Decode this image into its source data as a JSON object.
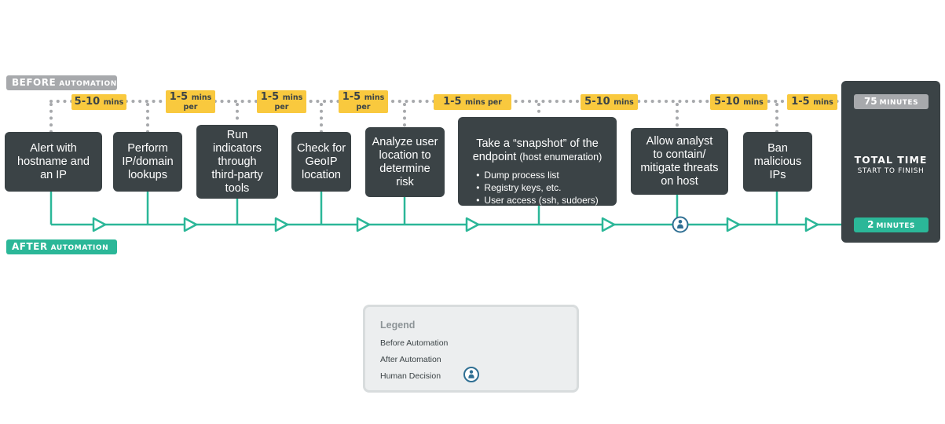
{
  "labels": {
    "before": {
      "main": "BEFORE",
      "small": "AUTOMATION"
    },
    "after": {
      "main": "AFTER",
      "small": "AUTOMATION"
    }
  },
  "steps": [
    "Alert with\nhostname and\nan IP",
    "Perform\nIP/domain\nlookups",
    "Run\nindicators\nthrough\nthird-party\ntools",
    "Check for\nGeoIP\nlocation",
    "Analyze user\nlocation to\ndetermine\nrisk",
    "Take a “snapshot” of the",
    "Allow analyst\nto contain/\nmitigate threats\non host",
    "Ban\nmalicious\nIPs"
  ],
  "snapshot": {
    "line2": "endpoint",
    "line2_sub": "(host enumeration)",
    "bullets": [
      "Dump process list",
      "Registry keys, etc.",
      "User access (ssh, sudoers)"
    ]
  },
  "times": [
    {
      "value": "5-10",
      "unit": "mins"
    },
    {
      "value": "1-5",
      "unit": "mins",
      "unit2": "per"
    },
    {
      "value": "1-5",
      "unit": "mins",
      "unit2": "per"
    },
    {
      "value": "1-5",
      "unit": "mins",
      "unit2": "per"
    },
    {
      "value": "1-5",
      "unit": "mins per"
    },
    {
      "value": "5-10",
      "unit": "mins"
    },
    {
      "value": "5-10",
      "unit": "mins"
    },
    {
      "value": "1-5",
      "unit": "mins"
    }
  ],
  "total": {
    "before": {
      "value": "75",
      "unit": "MINUTES"
    },
    "after": {
      "value": "2",
      "unit": "MINUTES"
    },
    "title": "TOTAL TIME",
    "subtitle": "START TO FINISH"
  },
  "legend": {
    "title": "Legend",
    "before": "Before Automation",
    "after": "After Automation",
    "human": "Human Decision"
  },
  "colors": {
    "dark": "#3b4346",
    "teal": "#2bb798",
    "gray": "#a7a9ac",
    "yellow": "#f9c93e",
    "human": "#2f6f93"
  }
}
